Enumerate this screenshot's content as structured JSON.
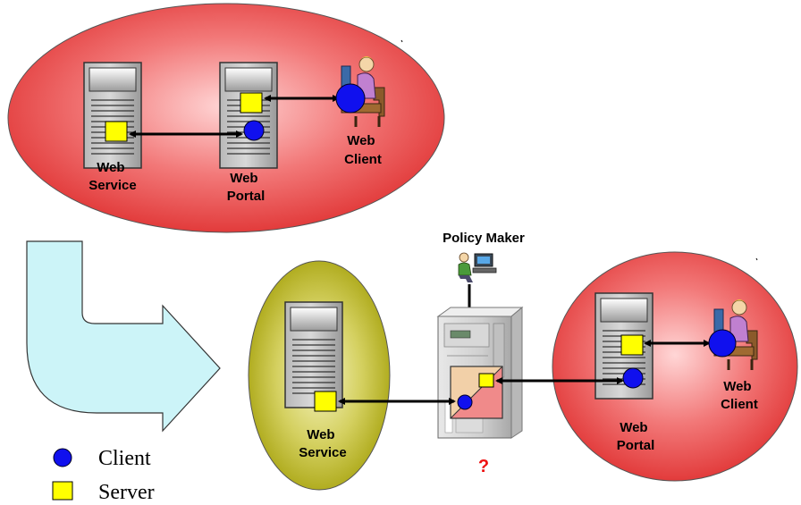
{
  "top_group": {
    "web_service_label": [
      "Web",
      "Service"
    ],
    "web_portal_label": [
      "Web",
      "Portal"
    ],
    "web_client_label": [
      "Web",
      "Client"
    ]
  },
  "bottom": {
    "policy_maker_label": "Policy Maker",
    "web_service_label": [
      "Web",
      "Service"
    ],
    "question_mark": "?",
    "right_group": {
      "web_portal_label": [
        "Web",
        "Portal"
      ],
      "web_client_label": [
        "Web",
        "Client"
      ]
    }
  },
  "legend": {
    "client_label": "Client",
    "server_label": "Server"
  },
  "colors": {
    "client_circle": "#1010ee",
    "server_square": "#ffff00",
    "top_ellipse": "#ee4444",
    "web_service_ellipse": "#b8b820",
    "arrow_fill": "#ccf4f8",
    "question_mark": "#ee1111"
  }
}
